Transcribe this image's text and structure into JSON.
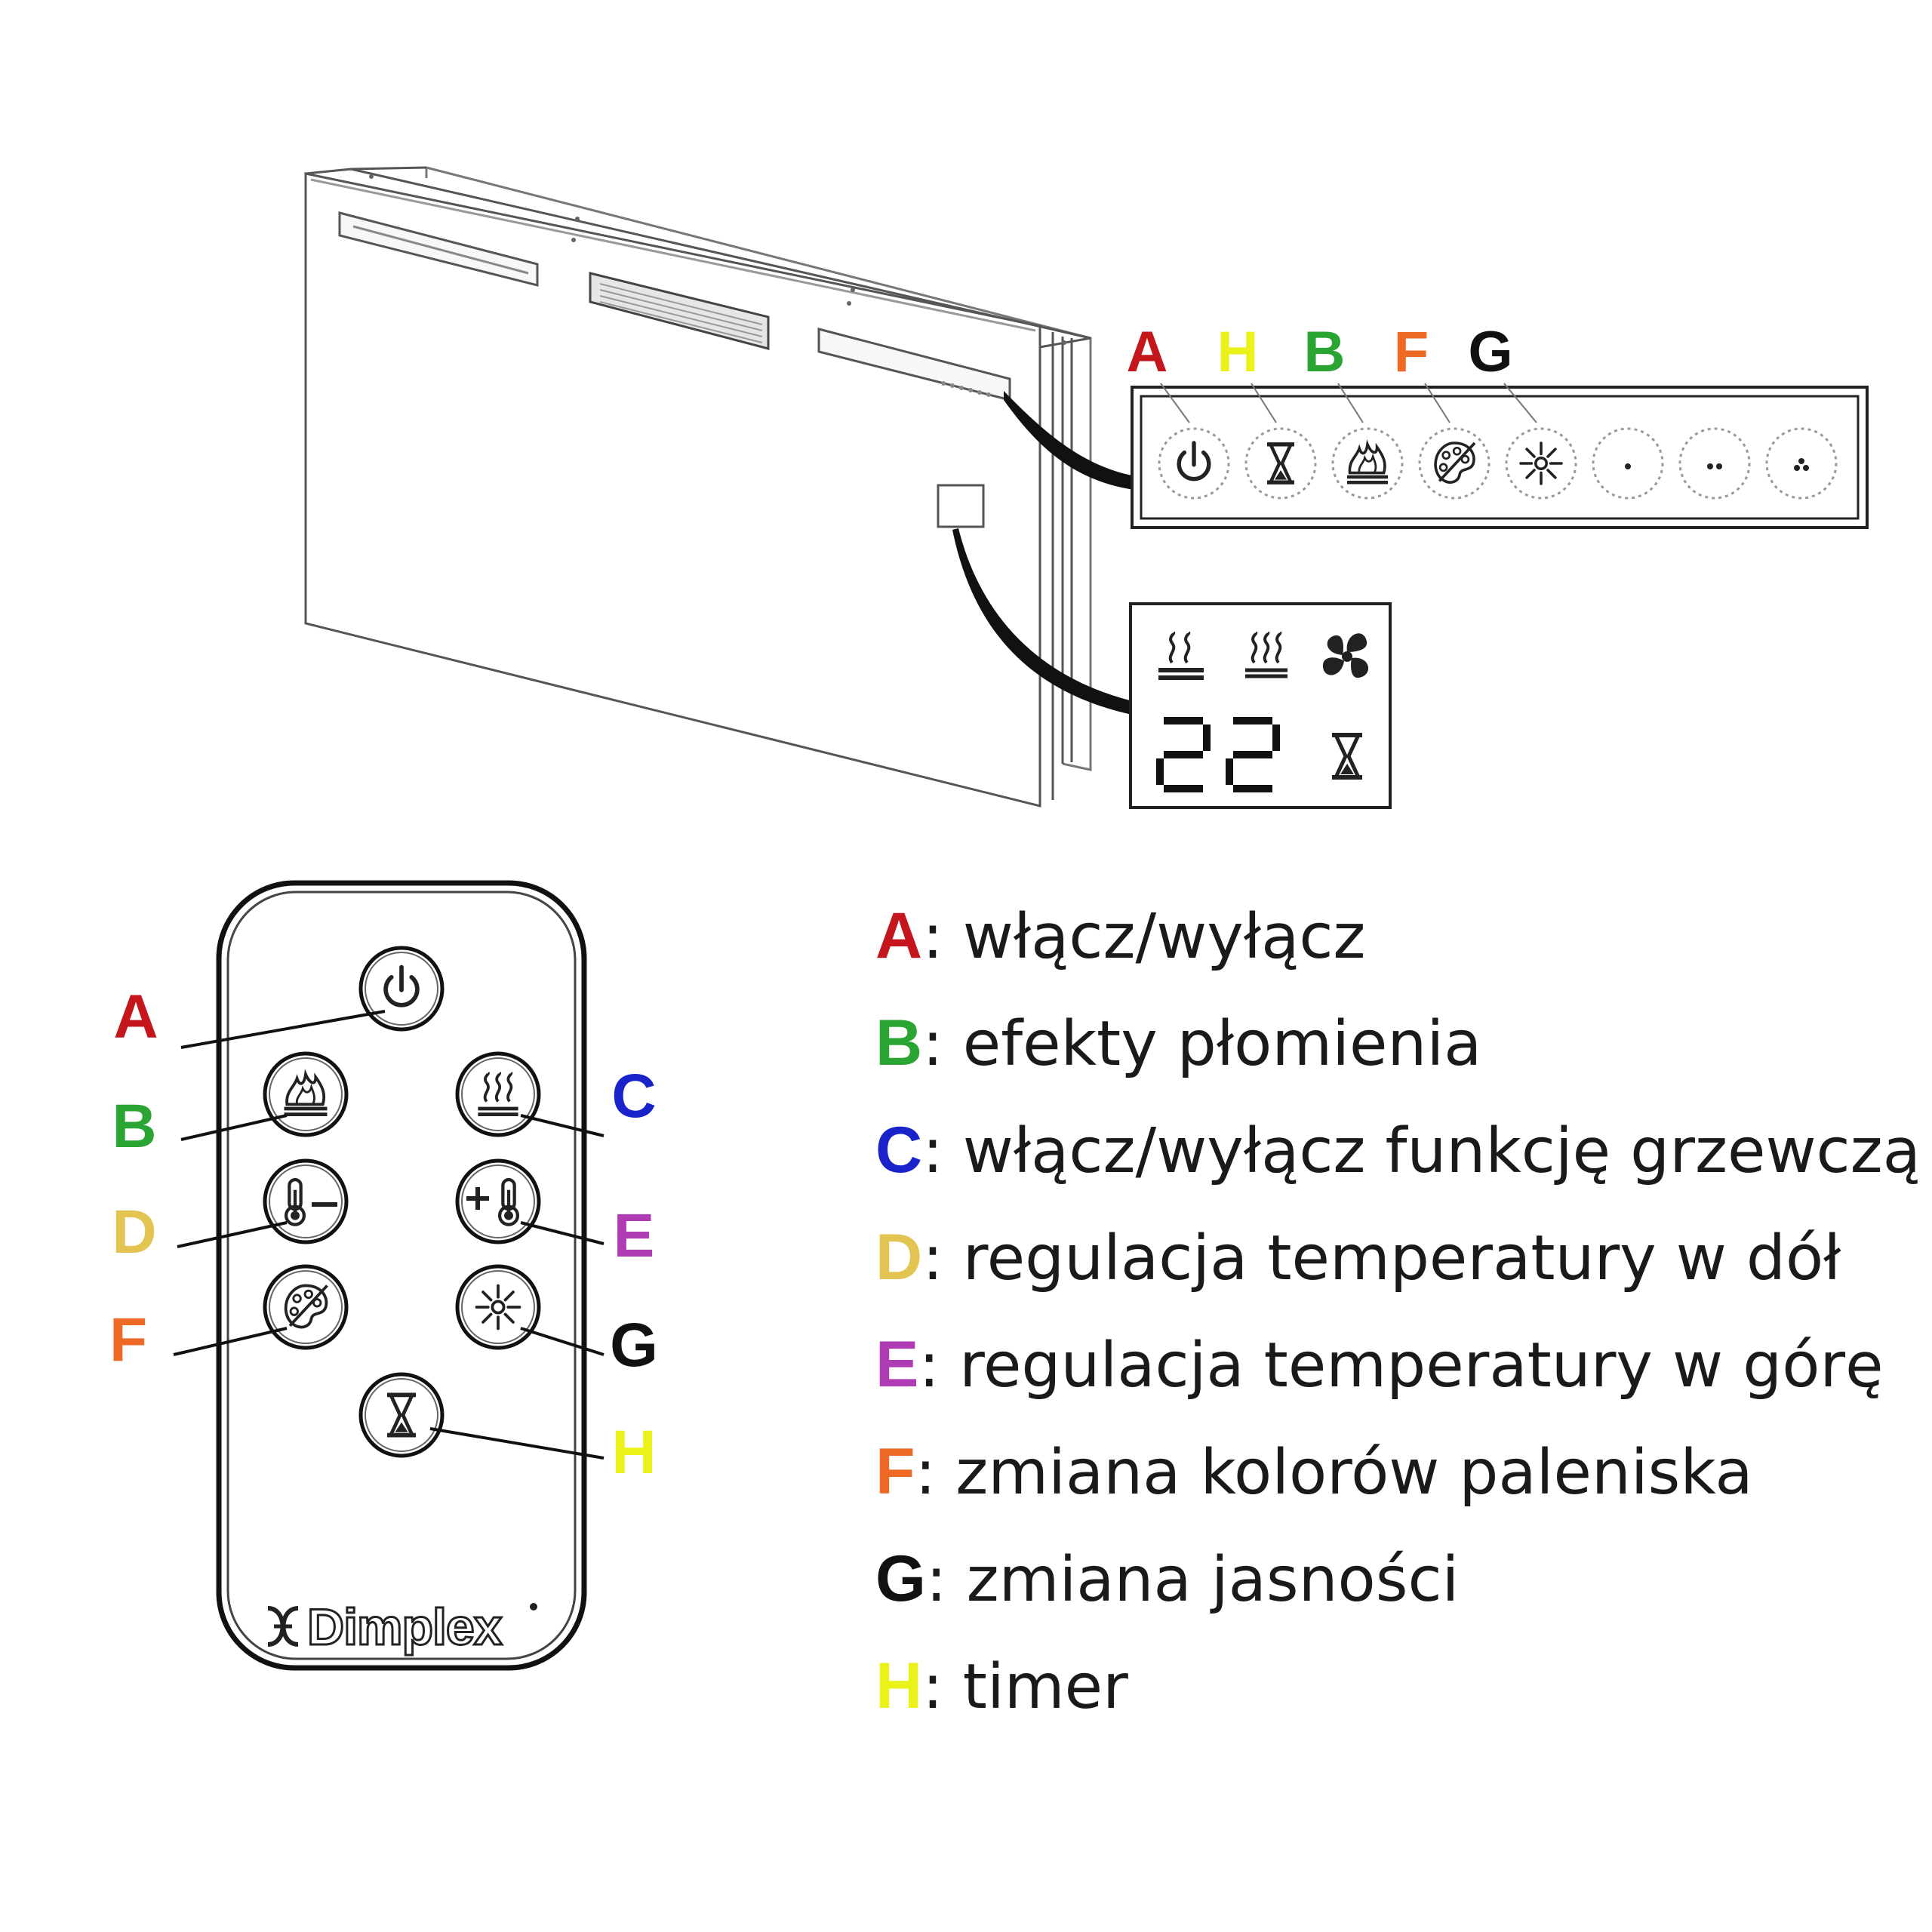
{
  "colors": {
    "A": "#c4161c",
    "B": "#2aa533",
    "C": "#1a23c9",
    "D": "#e3c451",
    "E": "#b03cb3",
    "F": "#ee6a24",
    "G": "#111111",
    "H": "#eaf21a"
  },
  "panel_letters": [
    "A",
    "H",
    "B",
    "F",
    "G"
  ],
  "display": {
    "temperature": "22"
  },
  "remote": {
    "brand": "Dimplex",
    "labels": {
      "A": "A",
      "B": "B",
      "C": "C",
      "D": "D",
      "E": "E",
      "F": "F",
      "G": "G",
      "H": "H"
    },
    "icons": [
      "power-icon",
      "flame-icon",
      "heat-icon",
      "temp-down-icon",
      "temp-up-icon",
      "color-palette-icon",
      "brightness-icon",
      "hourglass-icon"
    ]
  },
  "legend": [
    {
      "key": "A",
      "text": ": włącz/wyłącz"
    },
    {
      "key": "B",
      "text": ": efekty płomienia"
    },
    {
      "key": "C",
      "text": ": włącz/wyłącz funkcję grzewczą"
    },
    {
      "key": "D",
      "text": ": regulacja temperatury w dół"
    },
    {
      "key": "E",
      "text": ": regulacja temperatury w górę"
    },
    {
      "key": "F",
      "text": ": zmiana kolorów paleniska"
    },
    {
      "key": "G",
      "text": ": zmiana jasności"
    },
    {
      "key": "H",
      "text": ": timer"
    }
  ]
}
